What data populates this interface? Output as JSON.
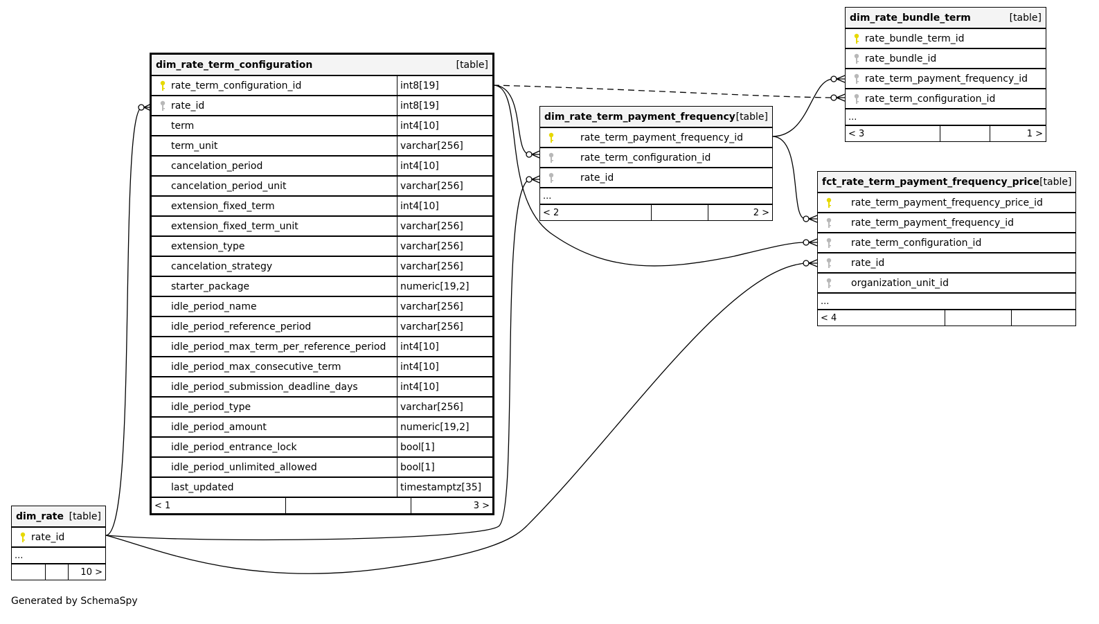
{
  "tables": {
    "dim_rate_term_configuration": {
      "name": "dim_rate_term_configuration",
      "kind": "[table]",
      "columns": [
        {
          "name": "rate_term_configuration_id",
          "type": "int8[19]",
          "key": "primary"
        },
        {
          "name": "rate_id",
          "type": "int8[19]",
          "key": "foreign"
        },
        {
          "name": "term",
          "type": "int4[10]",
          "key": ""
        },
        {
          "name": "term_unit",
          "type": "varchar[256]",
          "key": ""
        },
        {
          "name": "cancelation_period",
          "type": "int4[10]",
          "key": ""
        },
        {
          "name": "cancelation_period_unit",
          "type": "varchar[256]",
          "key": ""
        },
        {
          "name": "extension_fixed_term",
          "type": "int4[10]",
          "key": ""
        },
        {
          "name": "extension_fixed_term_unit",
          "type": "varchar[256]",
          "key": ""
        },
        {
          "name": "extension_type",
          "type": "varchar[256]",
          "key": ""
        },
        {
          "name": "cancelation_strategy",
          "type": "varchar[256]",
          "key": ""
        },
        {
          "name": "starter_package",
          "type": "numeric[19,2]",
          "key": ""
        },
        {
          "name": "idle_period_name",
          "type": "varchar[256]",
          "key": ""
        },
        {
          "name": "idle_period_reference_period",
          "type": "varchar[256]",
          "key": ""
        },
        {
          "name": "idle_period_max_term_per_reference_period",
          "type": "int4[10]",
          "key": ""
        },
        {
          "name": "idle_period_max_consecutive_term",
          "type": "int4[10]",
          "key": ""
        },
        {
          "name": "idle_period_submission_deadline_days",
          "type": "int4[10]",
          "key": ""
        },
        {
          "name": "idle_period_type",
          "type": "varchar[256]",
          "key": ""
        },
        {
          "name": "idle_period_amount",
          "type": "numeric[19,2]",
          "key": ""
        },
        {
          "name": "idle_period_entrance_lock",
          "type": "bool[1]",
          "key": ""
        },
        {
          "name": "idle_period_unlimited_allowed",
          "type": "bool[1]",
          "key": ""
        },
        {
          "name": "last_updated",
          "type": "timestamptz[35]",
          "key": ""
        }
      ],
      "footer": {
        "parents": "< 1",
        "rows": "",
        "children": "3 >"
      }
    },
    "dim_rate_term_payment_frequency": {
      "name": "dim_rate_term_payment_frequency",
      "kind": "[table]",
      "columns": [
        {
          "name": "rate_term_payment_frequency_id",
          "key": "primary"
        },
        {
          "name": "rate_term_configuration_id",
          "key": "foreign"
        },
        {
          "name": "rate_id",
          "key": "foreign"
        }
      ],
      "more": "...",
      "footer": {
        "parents": "< 2",
        "rows": "",
        "children": "2 >"
      }
    },
    "dim_rate_bundle_term": {
      "name": "dim_rate_bundle_term",
      "kind": "[table]",
      "columns": [
        {
          "name": "rate_bundle_term_id",
          "key": "primary"
        },
        {
          "name": "rate_bundle_id",
          "key": "foreign"
        },
        {
          "name": "rate_term_payment_frequency_id",
          "key": "foreign"
        },
        {
          "name": "rate_term_configuration_id",
          "key": "foreign"
        }
      ],
      "more": "...",
      "footer": {
        "parents": "< 3",
        "rows": "",
        "children": "1 >"
      }
    },
    "fct_rate_term_payment_frequency_price": {
      "name": "fct_rate_term_payment_frequency_price",
      "kind": "[table]",
      "columns": [
        {
          "name": "rate_term_payment_frequency_price_id",
          "key": "primary"
        },
        {
          "name": "rate_term_payment_frequency_id",
          "key": "foreign"
        },
        {
          "name": "rate_term_configuration_id",
          "key": "foreign"
        },
        {
          "name": "rate_id",
          "key": "foreign"
        },
        {
          "name": "organization_unit_id",
          "key": "foreign"
        }
      ],
      "more": "...",
      "footer": {
        "parents": "< 4",
        "rows": "",
        "children": ""
      }
    },
    "dim_rate": {
      "name": "dim_rate",
      "kind": "[table]",
      "columns": [
        {
          "name": "rate_id",
          "key": "primary"
        }
      ],
      "more": "...",
      "footer": {
        "parents": "",
        "rows": "",
        "children": "10 >"
      }
    }
  },
  "colors": {
    "primary_key": "#e6d800",
    "foreign_key": "#b8b8b8",
    "header_bg": "#f4f4f4"
  },
  "footer_text": "Generated by SchemaSpy"
}
